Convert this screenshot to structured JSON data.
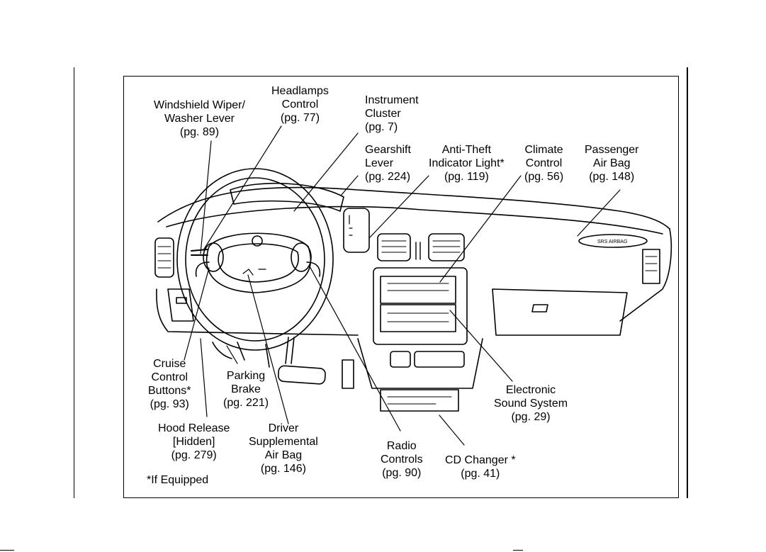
{
  "labels": {
    "wiper": [
      "Windshield Wiper/",
      "Washer Lever",
      "(pg. 89)"
    ],
    "headlamps": [
      "Headlamps",
      "Control",
      "(pg. 77)"
    ],
    "instrument": [
      "Instrument",
      "Cluster",
      "(pg. 7)"
    ],
    "gearshift": [
      "Gearshift",
      "Lever",
      "(pg. 224)"
    ],
    "antitheft": [
      "Anti-Theft",
      "Indicator Light*",
      "(pg. 119)"
    ],
    "climate": [
      "Climate",
      "Control",
      "(pg. 56)"
    ],
    "passenger": [
      "Passenger",
      "Air Bag",
      "(pg. 148)"
    ],
    "cruise": [
      "Cruise",
      "Control",
      "Buttons*",
      "(pg. 93)"
    ],
    "parking": [
      "Parking",
      "Brake",
      "(pg. 221)"
    ],
    "hood": [
      "Hood Release",
      "[Hidden]",
      "(pg. 279)"
    ],
    "driver": [
      "Driver",
      "Supplemental",
      "Air Bag",
      "(pg. 146)"
    ],
    "electronic": [
      "Electronic",
      "Sound System",
      "(pg. 29)"
    ],
    "radio": [
      "Radio",
      "Controls",
      "(pg. 90)"
    ],
    "cd": [
      "CD Changer *",
      "(pg. 41)"
    ]
  },
  "footnote": "*If Equipped",
  "airbag_panel_text": "SRS AIRBAG"
}
